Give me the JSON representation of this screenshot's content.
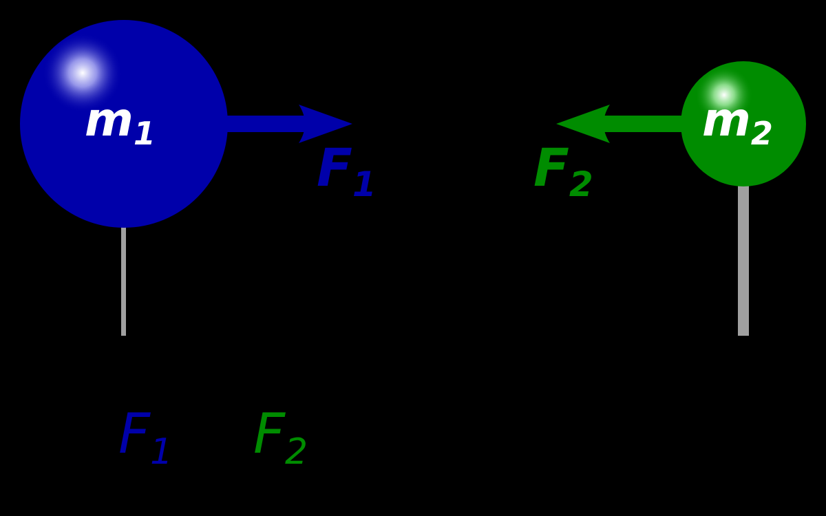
{
  "colors": {
    "background": "#000000",
    "mass1": "#0000aa",
    "mass2": "#008c00",
    "pole": "#a0a0a0",
    "highlight": "#ffffff"
  },
  "masses": {
    "m1": {
      "symbol": "m",
      "subscript": "1"
    },
    "m2": {
      "symbol": "m",
      "subscript": "2"
    }
  },
  "forces": {
    "f1": {
      "symbol": "F",
      "subscript": "1",
      "direction": "right"
    },
    "f2": {
      "symbol": "F",
      "subscript": "2",
      "direction": "left"
    }
  },
  "equation": {
    "left": {
      "symbol": "F",
      "subscript": "1"
    },
    "right": {
      "symbol": "F",
      "subscript": "2"
    }
  },
  "icons": {
    "arrow_f1": "arrow-right-icon",
    "arrow_f2": "arrow-left-icon"
  }
}
